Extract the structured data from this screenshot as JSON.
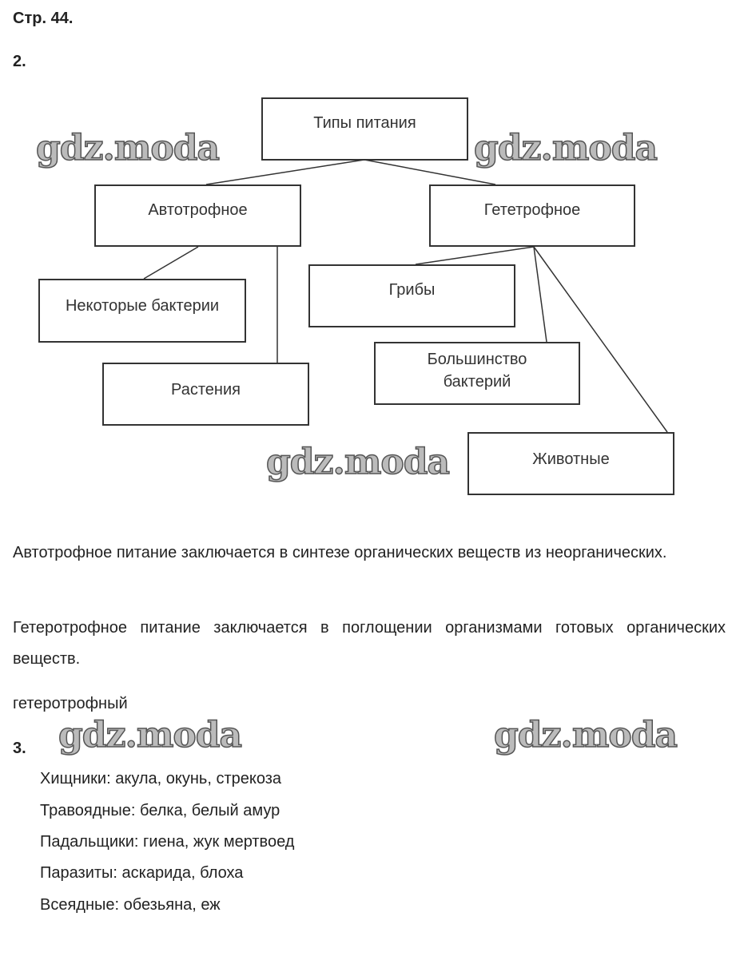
{
  "page_title": "Стр. 44.",
  "task2": {
    "number": "2.",
    "diagram": {
      "root": "Типы питания",
      "auto": "Автотрофное",
      "hetero": "Гететрофное",
      "some_bacteria": "Некоторые бактерии",
      "plants": "Растения",
      "fungi": "Грибы",
      "most_bacteria": "Большинство бактерий",
      "animals": "Животные"
    },
    "para1": "Автотрофное питание заключается в синтезе органических веществ из неорганических.",
    "para2": "Гетеротрофное питание заключается в поглощении организмами готовых органических веществ.",
    "answer": "гетеротрофный"
  },
  "task3": {
    "number": "3.",
    "items": [
      "Хищники: акула, окунь, стрекоза",
      "Травоядные: белка, белый амур",
      "Падальщики: гиена, жук мертвоед",
      "Паразиты: аскарида, блоха",
      "Всеядные: обезьяна, еж"
    ]
  },
  "watermark": "gdz.moda"
}
